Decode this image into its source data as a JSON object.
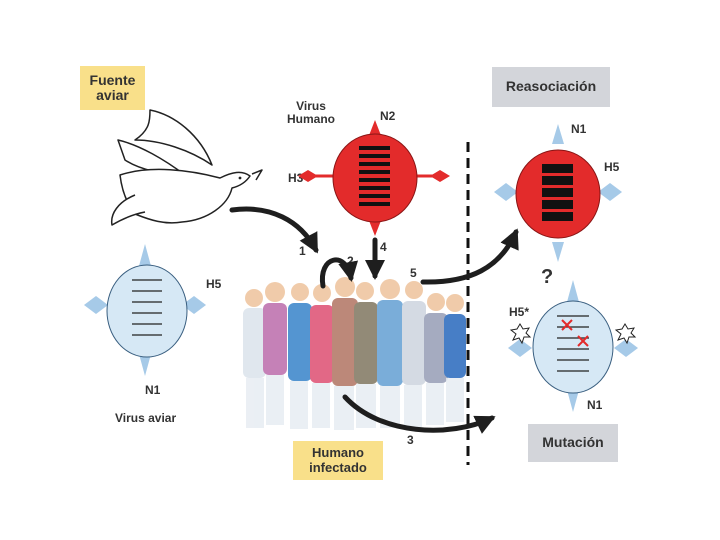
{
  "boxes": {
    "fuente": "Fuente\naviar",
    "reasociacion": "Reasociación",
    "humano": "Humano\ninfectado",
    "mutacion": "Mutación"
  },
  "labels": {
    "virus_humano": "Virus\nHumano",
    "virus_aviar": "Virus aviar",
    "n2": "N2",
    "h3": "H3",
    "h5_left": "H5",
    "n1_left": "N1",
    "n1_top_right": "N1",
    "h5_top_right": "H5",
    "h5_mut": "H5*",
    "n1_mut": "N1",
    "question": "?"
  },
  "steps": [
    "1",
    "2",
    "3",
    "4",
    "5"
  ],
  "colors": {
    "box_yellow": "#f9e08a",
    "box_gray": "#d3d5da",
    "virus_red": "#e32b2b",
    "virus_blue": "#d6e8f5",
    "arrow": "#1e1e1e"
  },
  "icons": [
    "dove-icon",
    "crowd-icon",
    "mutation-x-icon",
    "spike-burst-icon"
  ]
}
